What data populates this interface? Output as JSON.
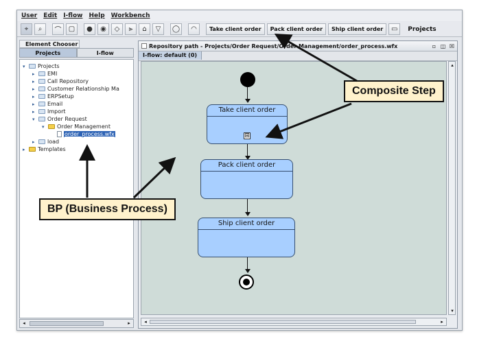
{
  "menu": [
    "User",
    "Edit",
    "I-flow",
    "Help",
    "Workbench"
  ],
  "toolbar": {
    "step_buttons": [
      "Take client order",
      "Pack client order",
      "Ship client order"
    ],
    "projects_label": "Projects"
  },
  "left_panel": {
    "chooser_title": "Element Chooser",
    "tabs": [
      "Projects",
      "I-flow"
    ],
    "tree": {
      "projects": "Projects",
      "emi": "EMI",
      "call_repository": "Call Repository",
      "crm": "Customer Relationship Ma",
      "erpsetup": "ERPSetup",
      "email": "Email",
      "import": "Import",
      "order_request": "Order Request",
      "order_management": "Order Management",
      "order_process": "order_process.wfx",
      "load": "load",
      "templates": "Templates"
    }
  },
  "editor": {
    "title": "Repository path - Projects/Order Request/Order Management/order_process.wfx",
    "tab": "I-flow: default (0)"
  },
  "diagram": {
    "steps": [
      "Take client order",
      "Pack client order",
      "Ship client order"
    ],
    "composite_marker": "⊞"
  },
  "callouts": {
    "composite": "Composite Step",
    "bp": "BP (Business Process)"
  }
}
